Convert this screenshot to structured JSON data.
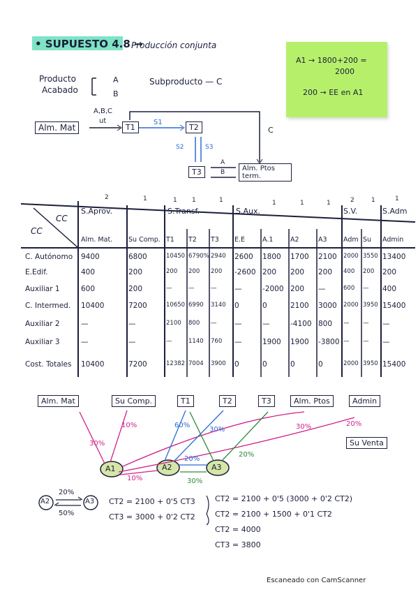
{
  "header": {
    "title": "• SUPUESTO 4.8 →",
    "subtitle": "Producción conjunta"
  },
  "sticky": {
    "line1": "A1 → 1800+200 =",
    "line2": "2000",
    "line3": "200 → EE en A1"
  },
  "products": {
    "label1": "Producto",
    "label2": "Acabado",
    "a": "A",
    "b": "B",
    "byproduct_label": "Subproducto — C"
  },
  "flow": {
    "alm_mat": "Alm. Mat",
    "above_arrow": "A,B,C",
    "arrow_label": "ut",
    "t1": "T1",
    "t2": "T2",
    "t3": "T3",
    "s1": "S1",
    "s2": "S2",
    "s3": "S3",
    "c": "C",
    "out_a": "A",
    "out_b": "B",
    "alm_ptos": "Alm. Ptos term."
  },
  "table": {
    "corner_top": "CC",
    "corner_bottom": "CC",
    "groups": [
      "S.Aprov.",
      "S.Transf.",
      "S.Aux.",
      "S.V.",
      "S.Adm"
    ],
    "group_nums": [
      "2",
      "1",
      "1",
      "1",
      "1",
      "1",
      "1",
      "1",
      "2",
      "1",
      "1"
    ],
    "columns": [
      "Alm. Mat.",
      "Su Comp.",
      "T1",
      "T2",
      "T3",
      "E.E",
      "A.1",
      "A2",
      "A3",
      "Adm",
      "Su",
      "Admin"
    ],
    "rows": [
      {
        "label": "C. Autónomo",
        "values": [
          "9400",
          "6800",
          "10450",
          "6790%",
          "2940",
          "2600",
          "1800",
          "1700",
          "2100",
          "2000",
          "3550",
          "13400"
        ]
      },
      {
        "label": "E.Edif.",
        "values": [
          "400",
          "200",
          "200",
          "200",
          "200",
          "-2600",
          "200",
          "200",
          "200",
          "400",
          "200",
          "200"
        ]
      },
      {
        "label": "Auxiliar 1",
        "values": [
          "600",
          "200",
          "—",
          "—",
          "—",
          "—",
          "-2000",
          "200",
          "—",
          "600",
          "—",
          "400"
        ]
      },
      {
        "label": "C. Intermed.",
        "values": [
          "10400",
          "7200",
          "10650",
          "6990",
          "3140",
          "0",
          "0",
          "2100",
          "3000",
          "2000",
          "3950",
          "15400"
        ]
      },
      {
        "label": "Auxiliar 2",
        "values": [
          "—",
          "—",
          "2100",
          "800",
          "—",
          "—",
          "—",
          "-4100",
          "800",
          "—",
          "—",
          "—"
        ]
      },
      {
        "label": "Auxiliar 3",
        "values": [
          "—",
          "—",
          "—",
          "1140",
          "760",
          "—",
          "1900",
          "1900",
          "-3800",
          "—",
          "—",
          "—"
        ]
      },
      {
        "label": "Cost. Totales",
        "values": [
          "10400",
          "7200",
          "12382",
          "7004",
          "3900",
          "0",
          "0",
          "0",
          "0",
          "2000",
          "3950",
          "15400"
        ]
      }
    ]
  },
  "destinations": [
    "Alm. Mat",
    "Su Comp.",
    "T1",
    "T2",
    "T3",
    "Alm. Ptos",
    "Admin"
  ],
  "su_ventas": "Su Venta",
  "percents": {
    "p10a": "10%",
    "p30a": "30%",
    "p60": "60%",
    "p30b": "30%",
    "p30c": "30%",
    "p20a": "20%",
    "p20b": "20%",
    "p10b": "10%",
    "p20c": "20%",
    "p30d": "30%"
  },
  "nodes": {
    "a1": "A1",
    "a2": "A2",
    "a3": "A3"
  },
  "equations": {
    "left_a": "A2",
    "left_b": "A3",
    "top_pct": "20%",
    "bottom_pct": "50%",
    "eq1": "CT2 = 2100 + 0'5 CT3",
    "eq2": "CT3 = 3000 + 0'2 CT2",
    "sol1": "CT2 = 2100 + 0'5 (3000 + 0'2 CT2)",
    "sol2": "CT2 = 2100 + 1500 + 0'1 CT2",
    "sol3": "CT2 = 4000",
    "sol4": "CT3 = 3800"
  },
  "footer": "Escaneado con CamScanner"
}
